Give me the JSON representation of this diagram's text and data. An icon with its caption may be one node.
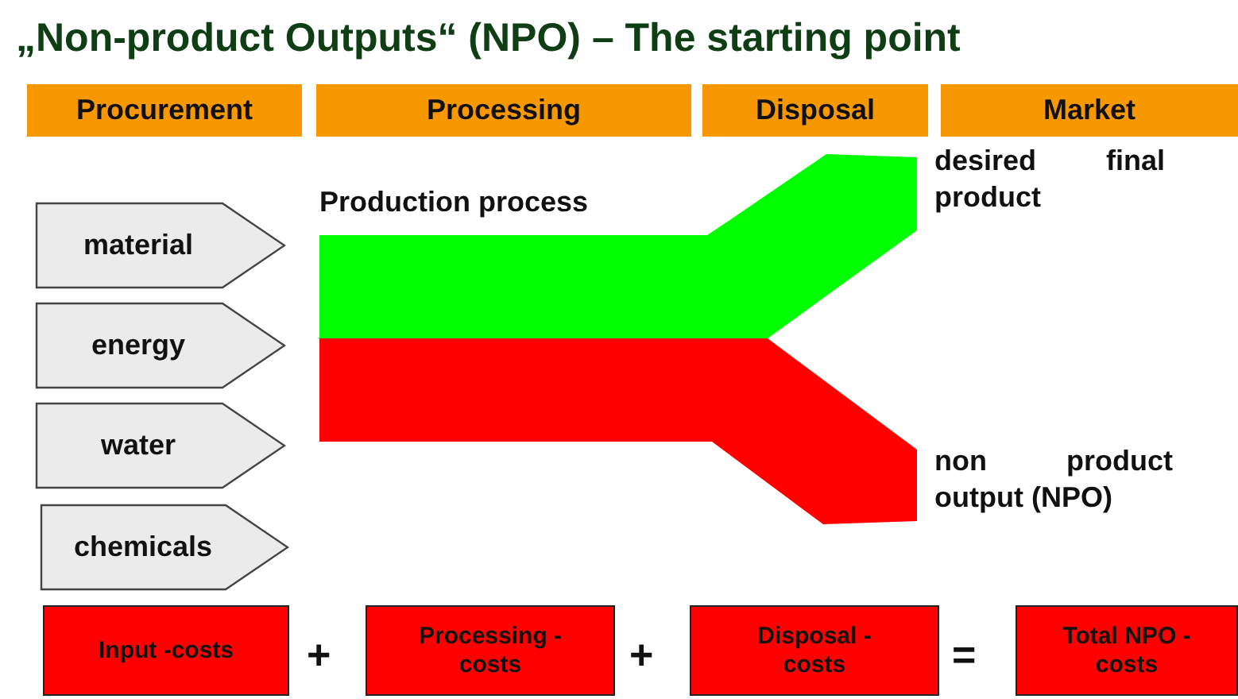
{
  "diagram": {
    "title": "„Non-product Outputs“ (NPO) – The starting point",
    "nodes": [
      {
        "text": [
          "Procurement"
        ]
      },
      {
        "text": [
          "Processing"
        ]
      },
      {
        "text": [
          "Disposal"
        ]
      },
      {
        "text": [
          "Market"
        ]
      },
      {
        "text": [
          "material"
        ]
      },
      {
        "text": [
          "energy"
        ]
      },
      {
        "text": [
          "water"
        ]
      },
      {
        "text": [
          "chemicals"
        ]
      },
      {
        "text": [
          "Input -costs"
        ]
      },
      {
        "text": [
          "Processing - costs"
        ]
      },
      {
        "text": [
          "Disposal - costs"
        ]
      },
      {
        "text": [
          "Total NPO -costs"
        ]
      }
    ],
    "labels": [
      "Production process",
      "desired final product",
      "non product output (NPO)",
      "+",
      "+",
      "="
    ]
  }
}
